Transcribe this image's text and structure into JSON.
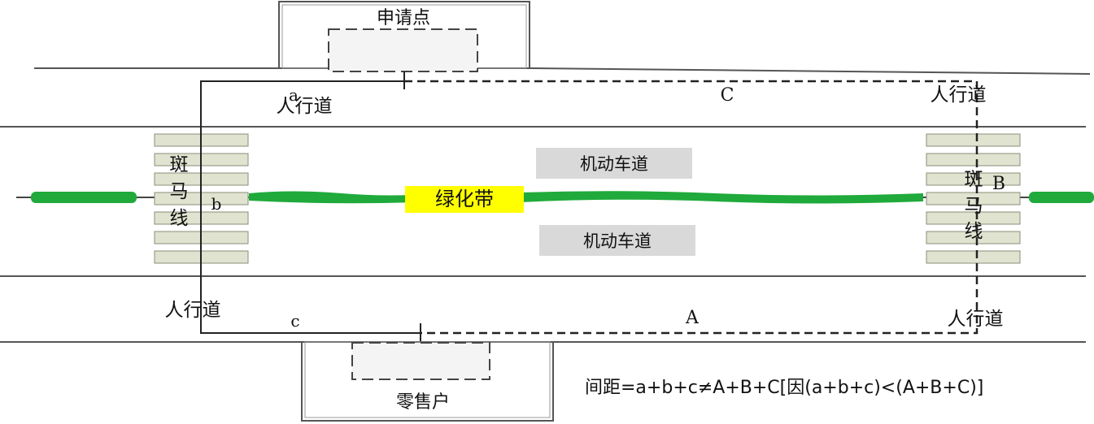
{
  "labels": {
    "application_point": "申请点",
    "retailer": "零售户",
    "sidewalk_top_left": "人行道",
    "sidewalk_top_right": "人行道",
    "sidewalk_bottom_left": "人行道",
    "sidewalk_bottom_right": "人行道",
    "motor_lane_top": "机动车道",
    "motor_lane_bottom": "机动车道",
    "green_belt": "绿化带",
    "crosswalk_left": [
      "斑",
      "马",
      "线"
    ],
    "crosswalk_right": [
      "斑",
      "马",
      "线"
    ],
    "seg_a": "a",
    "seg_b": "b",
    "seg_c": "c",
    "seg_A": "A",
    "seg_B": "B",
    "seg_C": "C",
    "formula": "间距=a+b+c≠A+B+C[因(a+b+c)<(A+B+C)]"
  },
  "colors": {
    "green_belt": "#1faa3b",
    "green_belt_label_bg": "#ffff00",
    "lane_box_bg": "#d9d9d9",
    "crosswalk_fill": "#dfe3cf",
    "crosswalk_stroke": "#8a8f7a",
    "line": "#222222"
  }
}
